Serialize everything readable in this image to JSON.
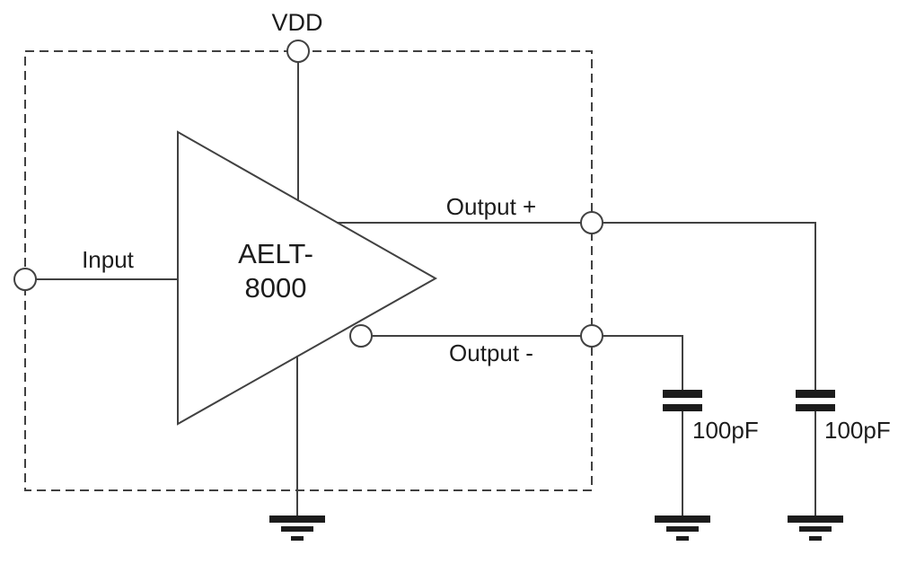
{
  "diagram": {
    "type": "circuit-schematic",
    "device": {
      "name_line1": "AELT-",
      "name_line2": "8000"
    },
    "pins": {
      "power": "VDD",
      "input": "Input",
      "output_plus": "Output +",
      "output_minus": "Output -"
    },
    "capacitors": [
      {
        "value": "100pF"
      },
      {
        "value": "100pF"
      }
    ],
    "colors": {
      "background": "#ffffff",
      "line": "#414141",
      "text": "#1c1c1c"
    }
  }
}
